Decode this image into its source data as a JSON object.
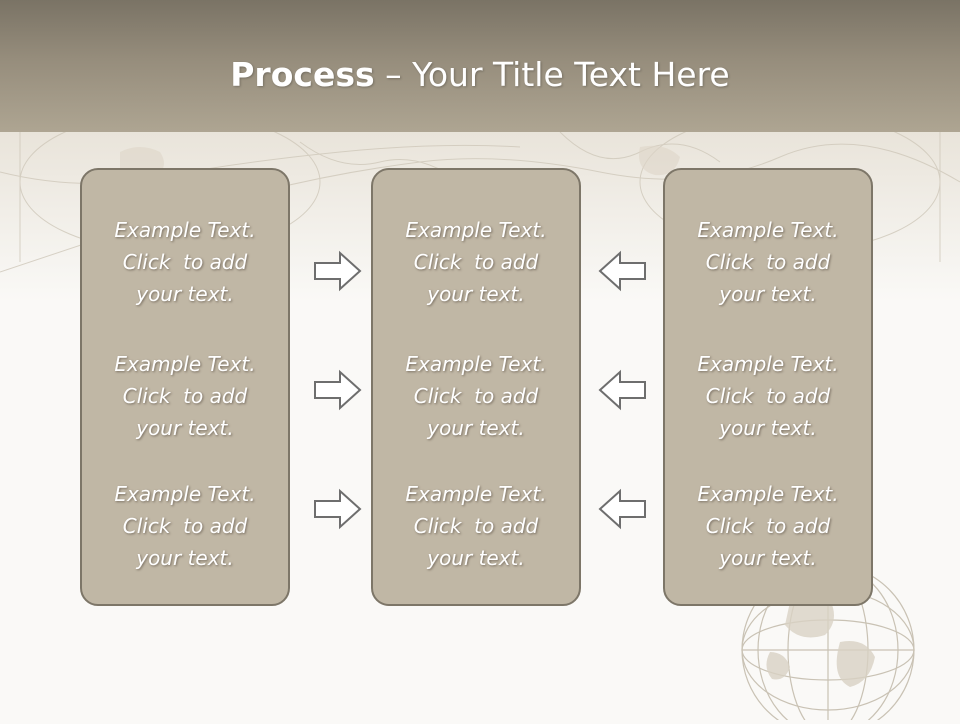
{
  "title": {
    "bold": "Process",
    "rest": " – Your Title Text Here"
  },
  "columns": [
    {
      "items": [
        {
          "line1": "Example Text.",
          "line2": "Click  to add",
          "line3": "your text."
        },
        {
          "line1": "Example Text.",
          "line2": "Click  to add",
          "line3": "your text."
        },
        {
          "line1": "Example Text.",
          "line2": "Click  to add",
          "line3": "your text."
        }
      ]
    },
    {
      "items": [
        {
          "line1": "Example Text.",
          "line2": "Click  to add",
          "line3": "your text."
        },
        {
          "line1": "Example Text.",
          "line2": "Click  to add",
          "line3": "your text."
        },
        {
          "line1": "Example Text.",
          "line2": "Click  to add",
          "line3": "your text."
        }
      ]
    },
    {
      "items": [
        {
          "line1": "Example Text.",
          "line2": "Click  to add",
          "line3": "your text."
        },
        {
          "line1": "Example Text.",
          "line2": "Click  to add",
          "line3": "your text."
        },
        {
          "line1": "Example Text.",
          "line2": "Click  to add",
          "line3": "your text."
        }
      ]
    }
  ],
  "arrows": {
    "left_side": "arrow-right-icon",
    "right_side": "arrow-left-icon"
  },
  "colors": {
    "header": "#8e8574",
    "box_fill": "#c0b7a5",
    "box_border": "#7d7668",
    "text": "#ffffff",
    "arrow_stroke": "#6e6e6e"
  }
}
